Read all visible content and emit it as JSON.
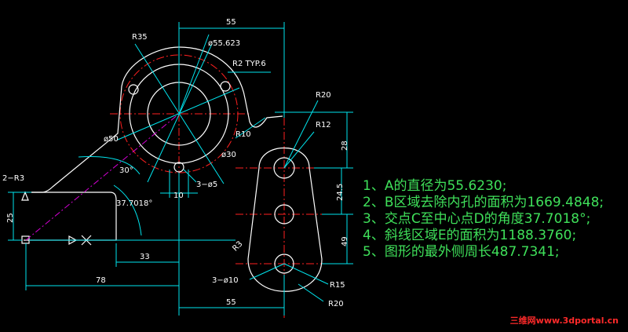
{
  "dimensions": {
    "top_55": "55",
    "r35": "R35",
    "d55_623": "ø55.623",
    "r2_typ6": "R2 TYP.6",
    "r20_top": "R20",
    "r12": "R12",
    "r10": "R10",
    "d50": "ø50",
    "d30": "ø30",
    "angle_30": "30°",
    "r3_left": "2−R3",
    "angle_37": "37.7018°",
    "holes_d5": "3−ø5",
    "dim_10": "10",
    "dim_25": "25",
    "dim_33": "33",
    "dim_78": "78",
    "r3_right": "R3",
    "dim_28": "28",
    "dim_24_5": "24.5",
    "dim_49": "49",
    "holes_d10": "3−ø10",
    "r15": "R15",
    "r20_bottom": "R20",
    "bottom_55": "55"
  },
  "answers": [
    "1、A的直径为55.6230;",
    "2、B区域去除内孔的面积为1669.4848;",
    "3、交点C至中心点D的角度37.7018°;",
    "4、斜线区域E的面积为1188.3760;",
    "5、图形的最外侧周长487.7341;"
  ],
  "watermark": "三维网www.3dportal.cn",
  "colors": {
    "background": "#000000",
    "outline": "#ffffff",
    "dimension": "#00e5ee",
    "centerline": "#ff2020",
    "construction": "#d400d4",
    "answer_text": "#3fe05a",
    "watermark": "#ff2a2a"
  }
}
